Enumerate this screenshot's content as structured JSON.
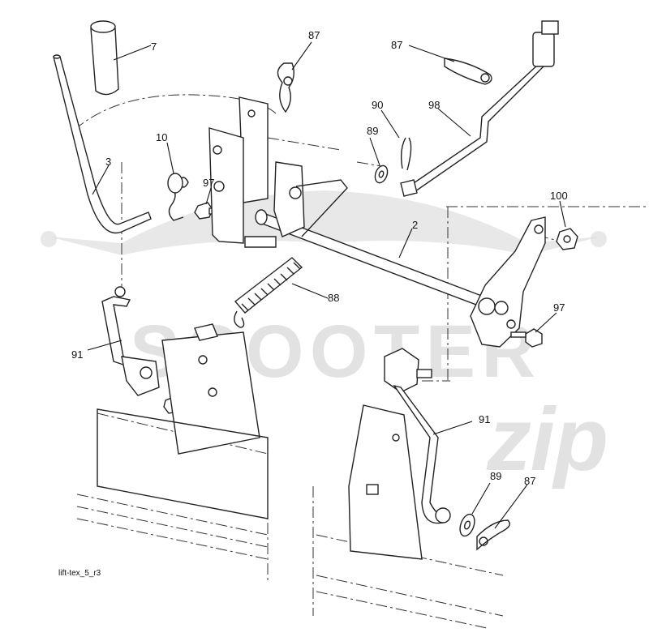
{
  "watermark": {
    "brand": "SCOOTER",
    "sub": "zip"
  },
  "callouts": [
    "7",
    "87",
    "87",
    "3",
    "10",
    "97",
    "90",
    "89",
    "98",
    "2",
    "100",
    "88",
    "97",
    "91",
    "91",
    "89",
    "87"
  ],
  "caption": "lift-tex_5_r3"
}
